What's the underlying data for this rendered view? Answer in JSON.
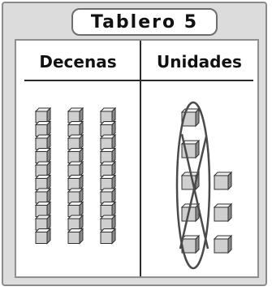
{
  "board": {
    "title": "Tablero 5",
    "tens_label": "Decenas",
    "ones_label": "Unidades"
  },
  "content": {
    "tens_rods": 3,
    "ones_total": 8,
    "ones_grouped_crossed_out": 5,
    "ones_remaining": 3
  },
  "colors": {
    "frame": "#dcdcdc",
    "cube_light": "#f2f2f2",
    "cube_mid": "#cfcfcf",
    "cube_dark": "#8a8a8a",
    "outline": "#2f2f2f"
  }
}
